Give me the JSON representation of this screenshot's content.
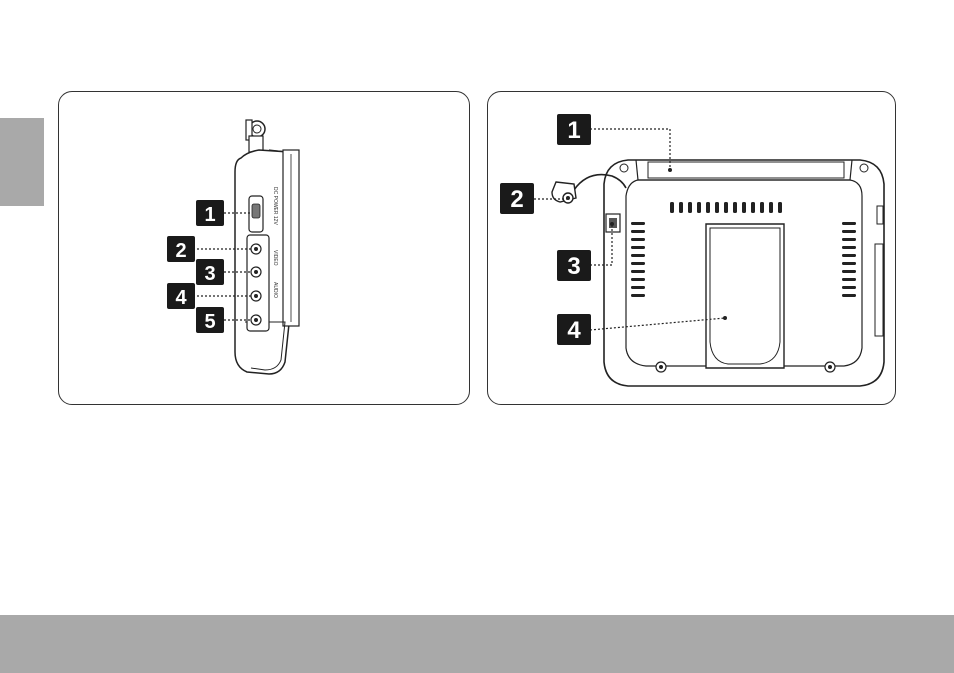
{
  "left_figure": {
    "callouts": [
      "1",
      "2",
      "3",
      "4",
      "5"
    ],
    "side_labels": [
      "DC POWER 12V",
      "VIDEO",
      "AUDIO"
    ]
  },
  "right_figure": {
    "callouts": [
      "1",
      "2",
      "3",
      "4"
    ]
  },
  "colors": {
    "tab_gray": "#a9a9a9",
    "footer_gray": "#a9a9a9",
    "callout_bg": "#1a1a1a",
    "line": "#222222"
  }
}
